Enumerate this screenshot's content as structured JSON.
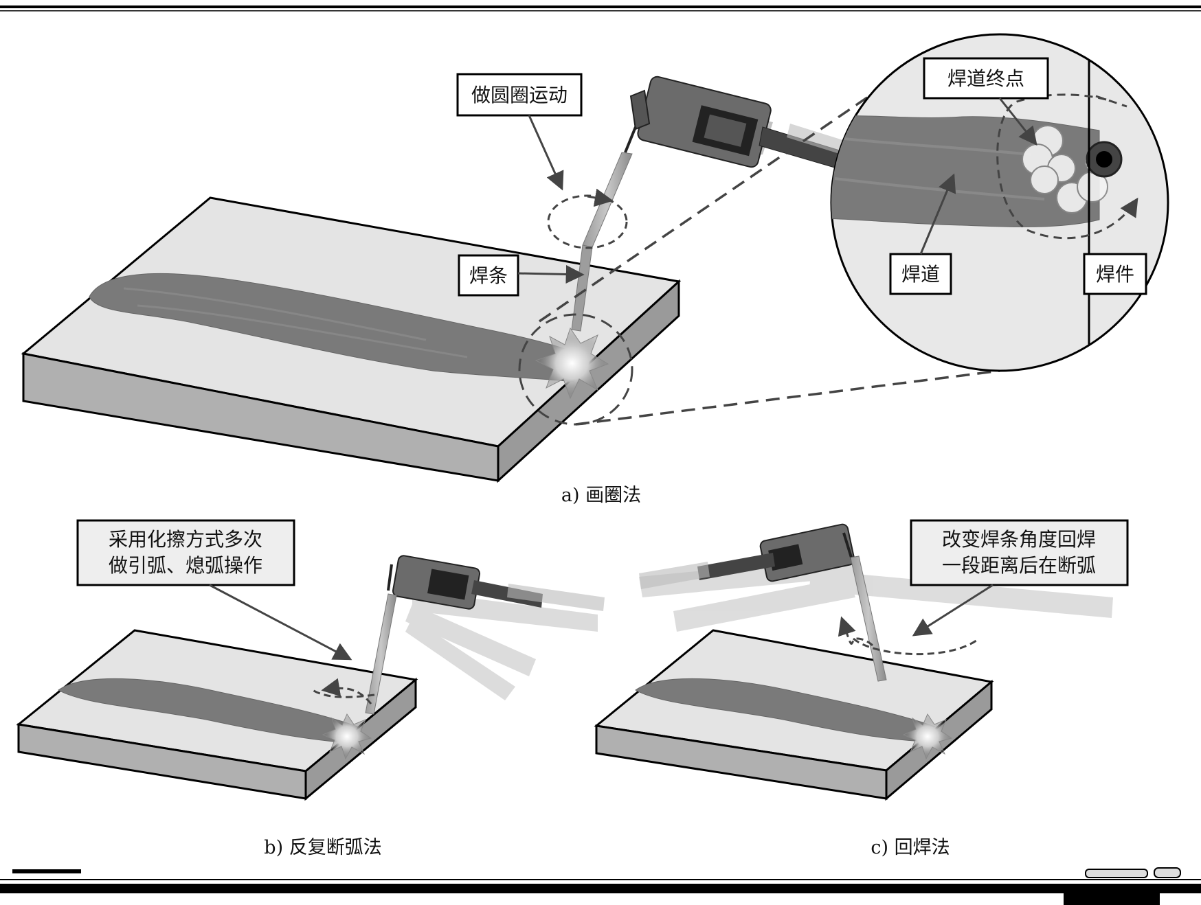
{
  "figure": {
    "callouts": {
      "circle_motion": "做圆圈运动",
      "electrode": "焊条",
      "bead_end": "焊道终点",
      "bead": "焊道",
      "workpiece": "焊件",
      "b_line1": "采用化擦方式多次",
      "b_line2": "做引弧、熄弧操作",
      "c_line1": "改变焊条角度回焊",
      "c_line2": "一段距离后在断弧"
    },
    "captions": {
      "a": "a) 画圈法",
      "b": "b) 反复断弧法",
      "c": "c) 回焊法"
    }
  },
  "colors": {
    "plate_top": "#e4e4e4",
    "plate_side": "#a9a9a9",
    "bead": "#7a7a7a",
    "holder": "#555555",
    "dashed": "#444444"
  }
}
